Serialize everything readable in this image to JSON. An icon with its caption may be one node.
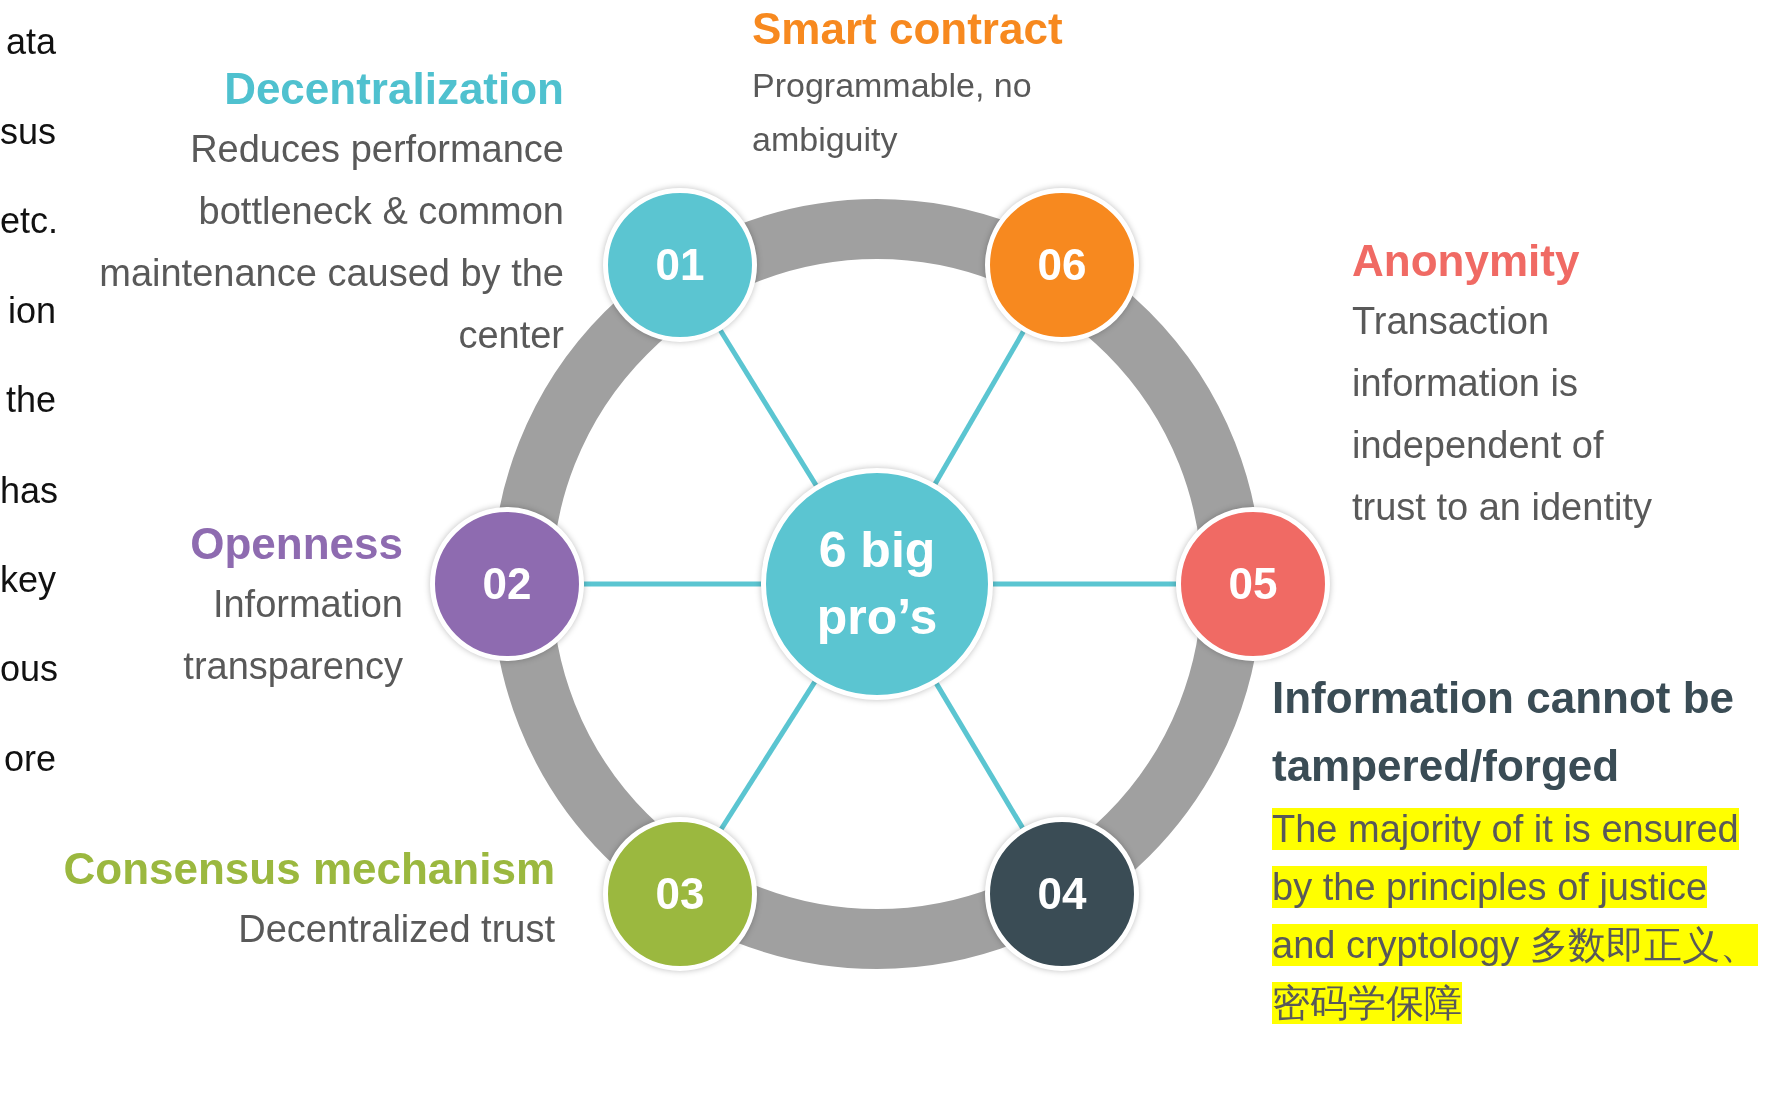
{
  "diagram": {
    "nodes": [
      {
        "text": [
          "6 big pro’s"
        ]
      },
      {
        "text": [
          "01"
        ],
        "beside": [
          "Decentralization",
          "Reduces performance bottleneck & common maintenance caused by the center"
        ]
      },
      {
        "text": [
          "02"
        ],
        "beside": [
          "Openness",
          "Information transparency"
        ]
      },
      {
        "text": [
          "03"
        ],
        "beside": [
          "Consensus mechanism",
          "Decentralized trust"
        ]
      },
      {
        "text": [
          "04"
        ],
        "beside": [
          "Information cannot be tampered/forged",
          "The majority of it is ensured by the principles of justice and cryptology 多数即正义、密码学保障"
        ]
      },
      {
        "text": [
          "05"
        ],
        "beside": [
          "Anonymity",
          "Transaction information is independent of trust to an identity"
        ]
      },
      {
        "text": [
          "06"
        ],
        "beside": [
          "Smart contract",
          "Programmable, no ambiguity"
        ]
      }
    ],
    "edges": [
      {
        "from": 0,
        "to": 1,
        "arrow": "none"
      },
      {
        "from": 0,
        "to": 2,
        "arrow": "none"
      },
      {
        "from": 0,
        "to": 3,
        "arrow": "none"
      },
      {
        "from": 0,
        "to": 4,
        "arrow": "none"
      },
      {
        "from": 0,
        "to": 5,
        "arrow": "none"
      },
      {
        "from": 0,
        "to": 6,
        "arrow": "none"
      }
    ],
    "labels": [
      "ata",
      "sus",
      "etc.",
      "ion",
      "the",
      "has",
      "key",
      "ous",
      "ore"
    ]
  }
}
